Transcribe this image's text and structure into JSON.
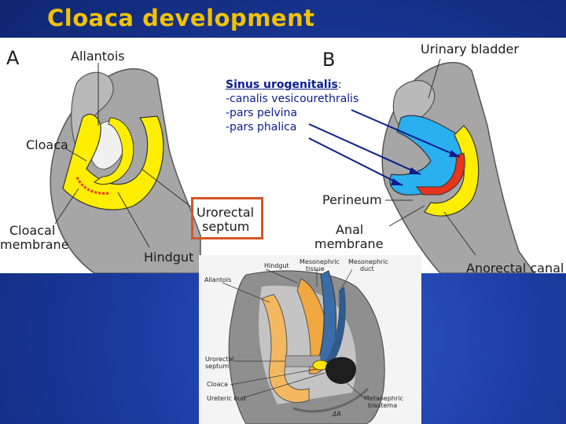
{
  "title": "Cloaca development",
  "panel_a": {
    "letter": "A",
    "allantois": "Allantois",
    "cloaca": "Cloaca",
    "cloacal_membrane_1": "Cloacal",
    "cloacal_membrane_2": "membrane",
    "hindgut": "Hindgut",
    "urorectal_1": "Urorectal",
    "urorectal_2": "septum"
  },
  "panel_b": {
    "letter": "B",
    "urinary_bladder": "Urinary bladder",
    "perineum": "Perineum",
    "anal_membrane_1": "Anal",
    "anal_membrane_2": "membrane",
    "anorectal_canal": "Anorectal canal"
  },
  "sinus": {
    "heading": "Sinus urogenitalis",
    "colon": ":",
    "line1": "-canalis vesicourethralis",
    "line2": "-pars pelvina",
    "line3": "-pars phalica"
  },
  "bottom": {
    "hindgut": "Hindgut",
    "mesonephric_tissue_1": "Mesonephric",
    "mesonephric_tissue_2": "tissue",
    "mesonephric_duct_1": "Mesonephric",
    "mesonephric_duct_2": "duct",
    "allantois": "Allantois",
    "urorectal_1": "Urorectal",
    "urorectal_2": "septum",
    "cloaca": "Cloaca",
    "ureteric_bud": "Ureteric bud",
    "metanephric_1": "Metanephric",
    "metanephric_2": "blastema",
    "signature": "ΔR"
  },
  "colors": {
    "title": "#f2c200",
    "background": "#1a3a9e",
    "yellow": "#ffee00",
    "blue": "#2ab0ee",
    "red": "#e8341c",
    "gray": "#a6a6a6",
    "label_text": "#0b1d8f"
  }
}
